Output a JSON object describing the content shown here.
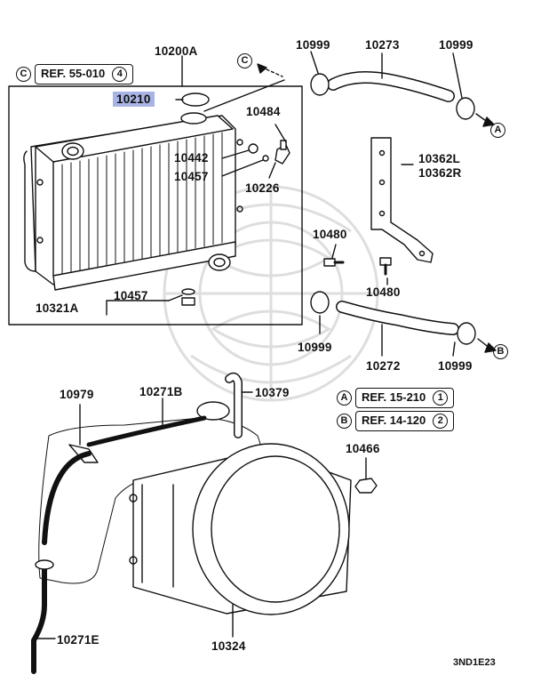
{
  "labels": {
    "p10200A": "10200A",
    "p10210": "10210",
    "p10484": "10484",
    "p10442": "10442",
    "p10457_top": "10457",
    "p10226": "10226",
    "p10321A": "10321A",
    "p10457_bottom": "10457",
    "p10999_tl": "10999",
    "p10273": "10273",
    "p10999_tr": "10999",
    "p10362L": "10362L",
    "p10362R": "10362R",
    "p10480_top": "10480",
    "p10480_bottom": "10480",
    "p10999_bl": "10999",
    "p10272": "10272",
    "p10999_br": "10999",
    "p10979": "10979",
    "p10271B": "10271B",
    "p10379": "10379",
    "p10466": "10466",
    "p10271E": "10271E",
    "p10324": "10324"
  },
  "references": {
    "c_ref": {
      "marker": "C",
      "text": "REF. 55-010",
      "num": "4"
    },
    "a_ref": {
      "marker": "A",
      "text": "REF. 15-210",
      "num": "1"
    },
    "b_ref": {
      "marker": "B",
      "text": "REF. 14-120",
      "num": "2"
    }
  },
  "connectors": {
    "a": "A",
    "b": "B",
    "c": "C"
  },
  "footer_code": "3ND1E23",
  "colors": {
    "line": "#111111",
    "highlight": "#a9b4e6",
    "watermark": "#d6d6d6"
  }
}
